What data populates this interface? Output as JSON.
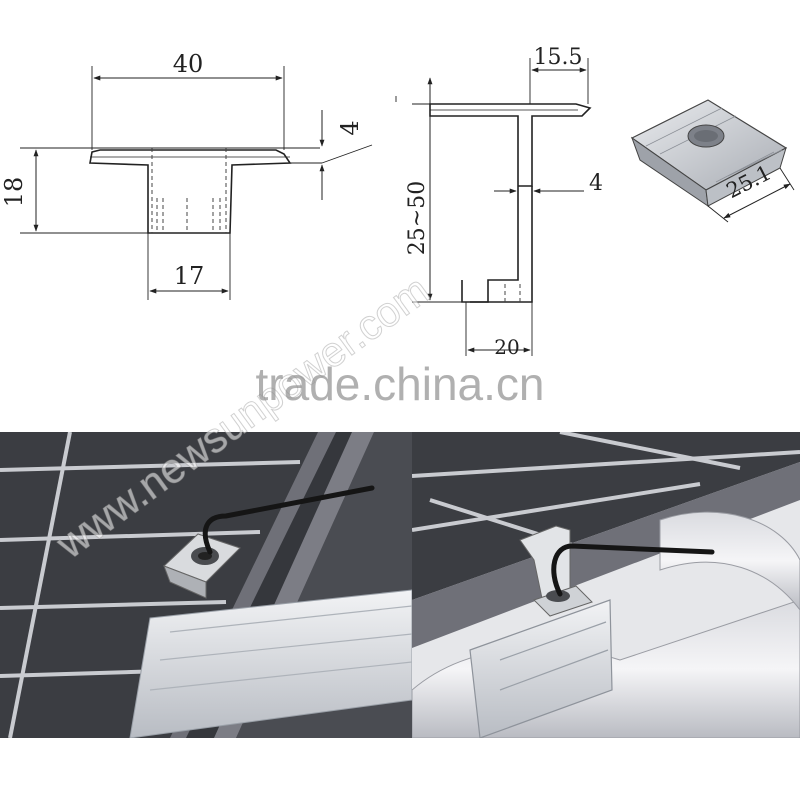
{
  "drawings": {
    "mid_clamp": {
      "width_dim": "40",
      "height_dim": "18",
      "lip_dim": "4",
      "base_dim": "17"
    },
    "end_clamp": {
      "top_dim": "15.5",
      "height_dim": "25~50",
      "wall_dim": "4",
      "base_dim": "20"
    },
    "nut": {
      "length_dim": "25.1"
    }
  },
  "watermarks": {
    "diagonal": "www.newsunpower.com",
    "center": "trade.china.cn"
  },
  "colors": {
    "line": "#222222",
    "panel_frame": "#6f7078",
    "rail": "#d6d8dc",
    "watermark": "#9a9a9a"
  }
}
